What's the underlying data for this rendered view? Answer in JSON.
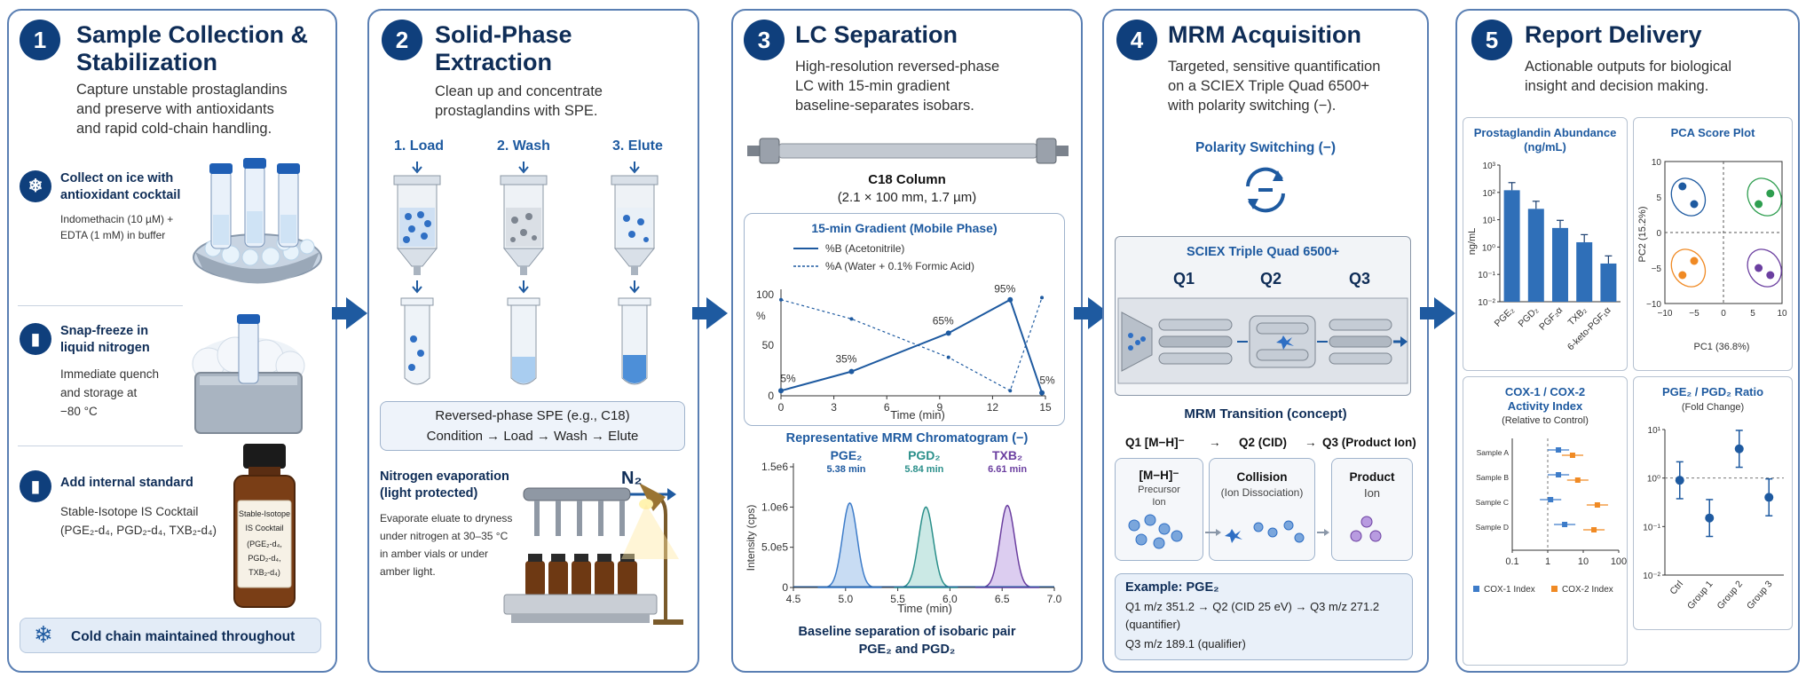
{
  "colors": {
    "navy": "#0f3f7c",
    "blue": "#1e5aa0",
    "border": "#5a7fb3",
    "orange": "#f08a24",
    "green": "#2e9e4f",
    "purple": "#6b3fa0",
    "teal": "#2a8f8a"
  },
  "p1": {
    "num": "1",
    "title1": "Sample Collection &",
    "title2": "Stabilization",
    "desc": [
      "Capture unstable prostaglandins",
      "and preserve with antioxidants",
      "and rapid cold-chain handling."
    ],
    "s1": {
      "title1": "Collect on ice with",
      "title2": "antioxidant cocktail",
      "d1": "Indomethacin (10 µM) +",
      "d2": "EDTA (1 mM) in buffer"
    },
    "s2": {
      "title1": "Snap-freeze in",
      "title2": "liquid nitrogen",
      "d1": "Immediate quench",
      "d2": "and storage at",
      "d3": "−80 °C"
    },
    "s3": {
      "title": "Add internal standard",
      "d1": "Stable-Isotope IS Cocktail",
      "d2": "(PGE₂-d₄, PGD₂-d₄, TXB₂-d₄)",
      "bottle": [
        "Stable-Isotope",
        "IS Cocktail",
        "(PGE₂-d₄,",
        "PGD₂-d₄,",
        "TXB₂-d₄)"
      ]
    },
    "footer": "Cold chain maintained throughout"
  },
  "p2": {
    "num": "2",
    "title1": "Solid-Phase",
    "title2": "Extraction",
    "desc": [
      "Clean up and concentrate",
      "prostaglandins with SPE."
    ],
    "steps": [
      "1. Load",
      "2. Wash",
      "3. Elute"
    ],
    "box1": "Reversed-phase SPE (e.g., C18)",
    "box2": "Condition → Load → Wash → Elute",
    "n2title1": "Nitrogen evaporation",
    "n2title2": "(light protected)",
    "n2desc": [
      "Evaporate eluate to dryness",
      "under nitrogen at 30–35 °C",
      "in amber vials or under",
      "amber light."
    ],
    "n2": "N₂"
  },
  "p3": {
    "num": "3",
    "title": "LC Separation",
    "desc": [
      "High-resolution reversed-phase",
      "LC with 15-min gradient",
      "baseline-separates isobars."
    ],
    "col1": "C18 Column",
    "col2": "(2.1 × 100 mm, 1.7 µm)",
    "grad": {
      "title": "15-min Gradient (Mobile Phase)",
      "leg1": "%B (Acetonitrile)",
      "leg2": "%A (Water + 0.1% Formic Acid)",
      "ylabel": "%",
      "xlabel": "Time (min)",
      "xticks": [
        "0",
        "3",
        "6",
        "9",
        "12",
        "15"
      ],
      "yticks": [
        "0",
        "50",
        "100"
      ],
      "b": [
        [
          0,
          5
        ],
        [
          4,
          24
        ],
        [
          9.5,
          62
        ],
        [
          13,
          95
        ],
        [
          14.8,
          3
        ]
      ],
      "labels": [
        "5%",
        "35%",
        "65%",
        "95%",
        "5%"
      ]
    },
    "chrom": {
      "title": "Representative MRM Chromatogram (−)",
      "ylabel": "Intensity (cps)",
      "xlabel": "Time (min)",
      "yticks": [
        "0",
        "5.0e5",
        "1.0e6",
        "1.5e6"
      ],
      "xticks": [
        "4.5",
        "5.0",
        "5.5",
        "6.0",
        "6.5",
        "7.0"
      ],
      "peaks": [
        {
          "name": "PGE₂",
          "rt": "5.38 min"
        },
        {
          "name": "PGD₂",
          "rt": "5.84 min"
        },
        {
          "name": "TXB₂",
          "rt": "6.61 min"
        }
      ]
    },
    "foot1": "Baseline separation of isobaric pair",
    "foot2": "PGE₂ and PGD₂"
  },
  "p4": {
    "num": "4",
    "title": "MRM Acquisition",
    "desc": [
      "Targeted, sensitive quantification",
      "on a SCIEX Triple Quad 6500+",
      "with polarity switching (−)."
    ],
    "polarity": "Polarity Switching (−)",
    "instrument": "SCIEX Triple Quad 6500+",
    "q": [
      "Q1",
      "Q2",
      "Q3"
    ],
    "mrmtitle": "MRM Transition (concept)",
    "flow": [
      "Q1 [M−H]⁻",
      "→",
      "Q2 (CID)",
      "→",
      "Q3 (Product Ion)"
    ],
    "boxes": [
      {
        "t1": "[M−H]⁻",
        "t2": "Precursor",
        "t3": "Ion"
      },
      {
        "t1": "Collision",
        "t2": "(Ion Dissociation)",
        "t3": ""
      },
      {
        "t1": "Product",
        "t2": "Ion",
        "t3": ""
      }
    ],
    "ex": {
      "title": "Example: PGE₂",
      "l1": "Q1 m/z 351.2  → Q2 (CID 25 eV) → Q3 m/z 271.2",
      "l2": "(quantifier)",
      "l3": "Q3 m/z 189.1  (qualifier)"
    }
  },
  "p5": {
    "num": "5",
    "title": "Report Delivery",
    "desc": [
      "Actionable outputs for biological",
      "insight and decision making."
    ],
    "abund": {
      "title1": "Prostaglandin Abundance",
      "title2": "(ng/mL)",
      "ylabel": "ng/mL",
      "yticks": [
        "10³",
        "10²",
        "10¹",
        "10⁰",
        "10⁻¹",
        "10⁻²"
      ],
      "cats": [
        "PGE₂",
        "PGD₂",
        "PGF₂α",
        "TXB₂",
        "6-keto-PGF₁α"
      ],
      "values": [
        120,
        25,
        5,
        1.5,
        0.25
      ]
    },
    "pca": {
      "title": "PCA Score Plot",
      "xlabel": "PC1 (36.8%)",
      "ylabel": "PC2 (15.2%)",
      "xticks": [
        "−10",
        "−5",
        "0",
        "5",
        "10"
      ],
      "yticks": [
        "10",
        "5",
        "0",
        "−5",
        "−10"
      ]
    },
    "cox": {
      "title1": "COX-1 / COX-2",
      "title2": "Activity Index",
      "title3": "(Relative to Control)",
      "samples": [
        "Sample A",
        "Sample B",
        "Sample C",
        "Sample D"
      ],
      "xticks": [
        "0.1",
        "1",
        "10",
        "100"
      ],
      "leg1": "COX-1 Index",
      "leg2": "COX-2 Index",
      "cox1": [
        2,
        2,
        1.2,
        3
      ],
      "cox2": [
        5,
        7,
        25,
        20
      ]
    },
    "ratio": {
      "title1": "PGE₂ / PGD₂ Ratio",
      "title2": "(Fold Change)",
      "yticks": [
        "10¹",
        "10⁰",
        "10⁻¹",
        "10⁻²"
      ],
      "cats": [
        "Ctrl",
        "Group 1",
        "Group 2",
        "Group 3"
      ],
      "values": [
        0.9,
        0.15,
        4,
        0.4
      ]
    }
  }
}
